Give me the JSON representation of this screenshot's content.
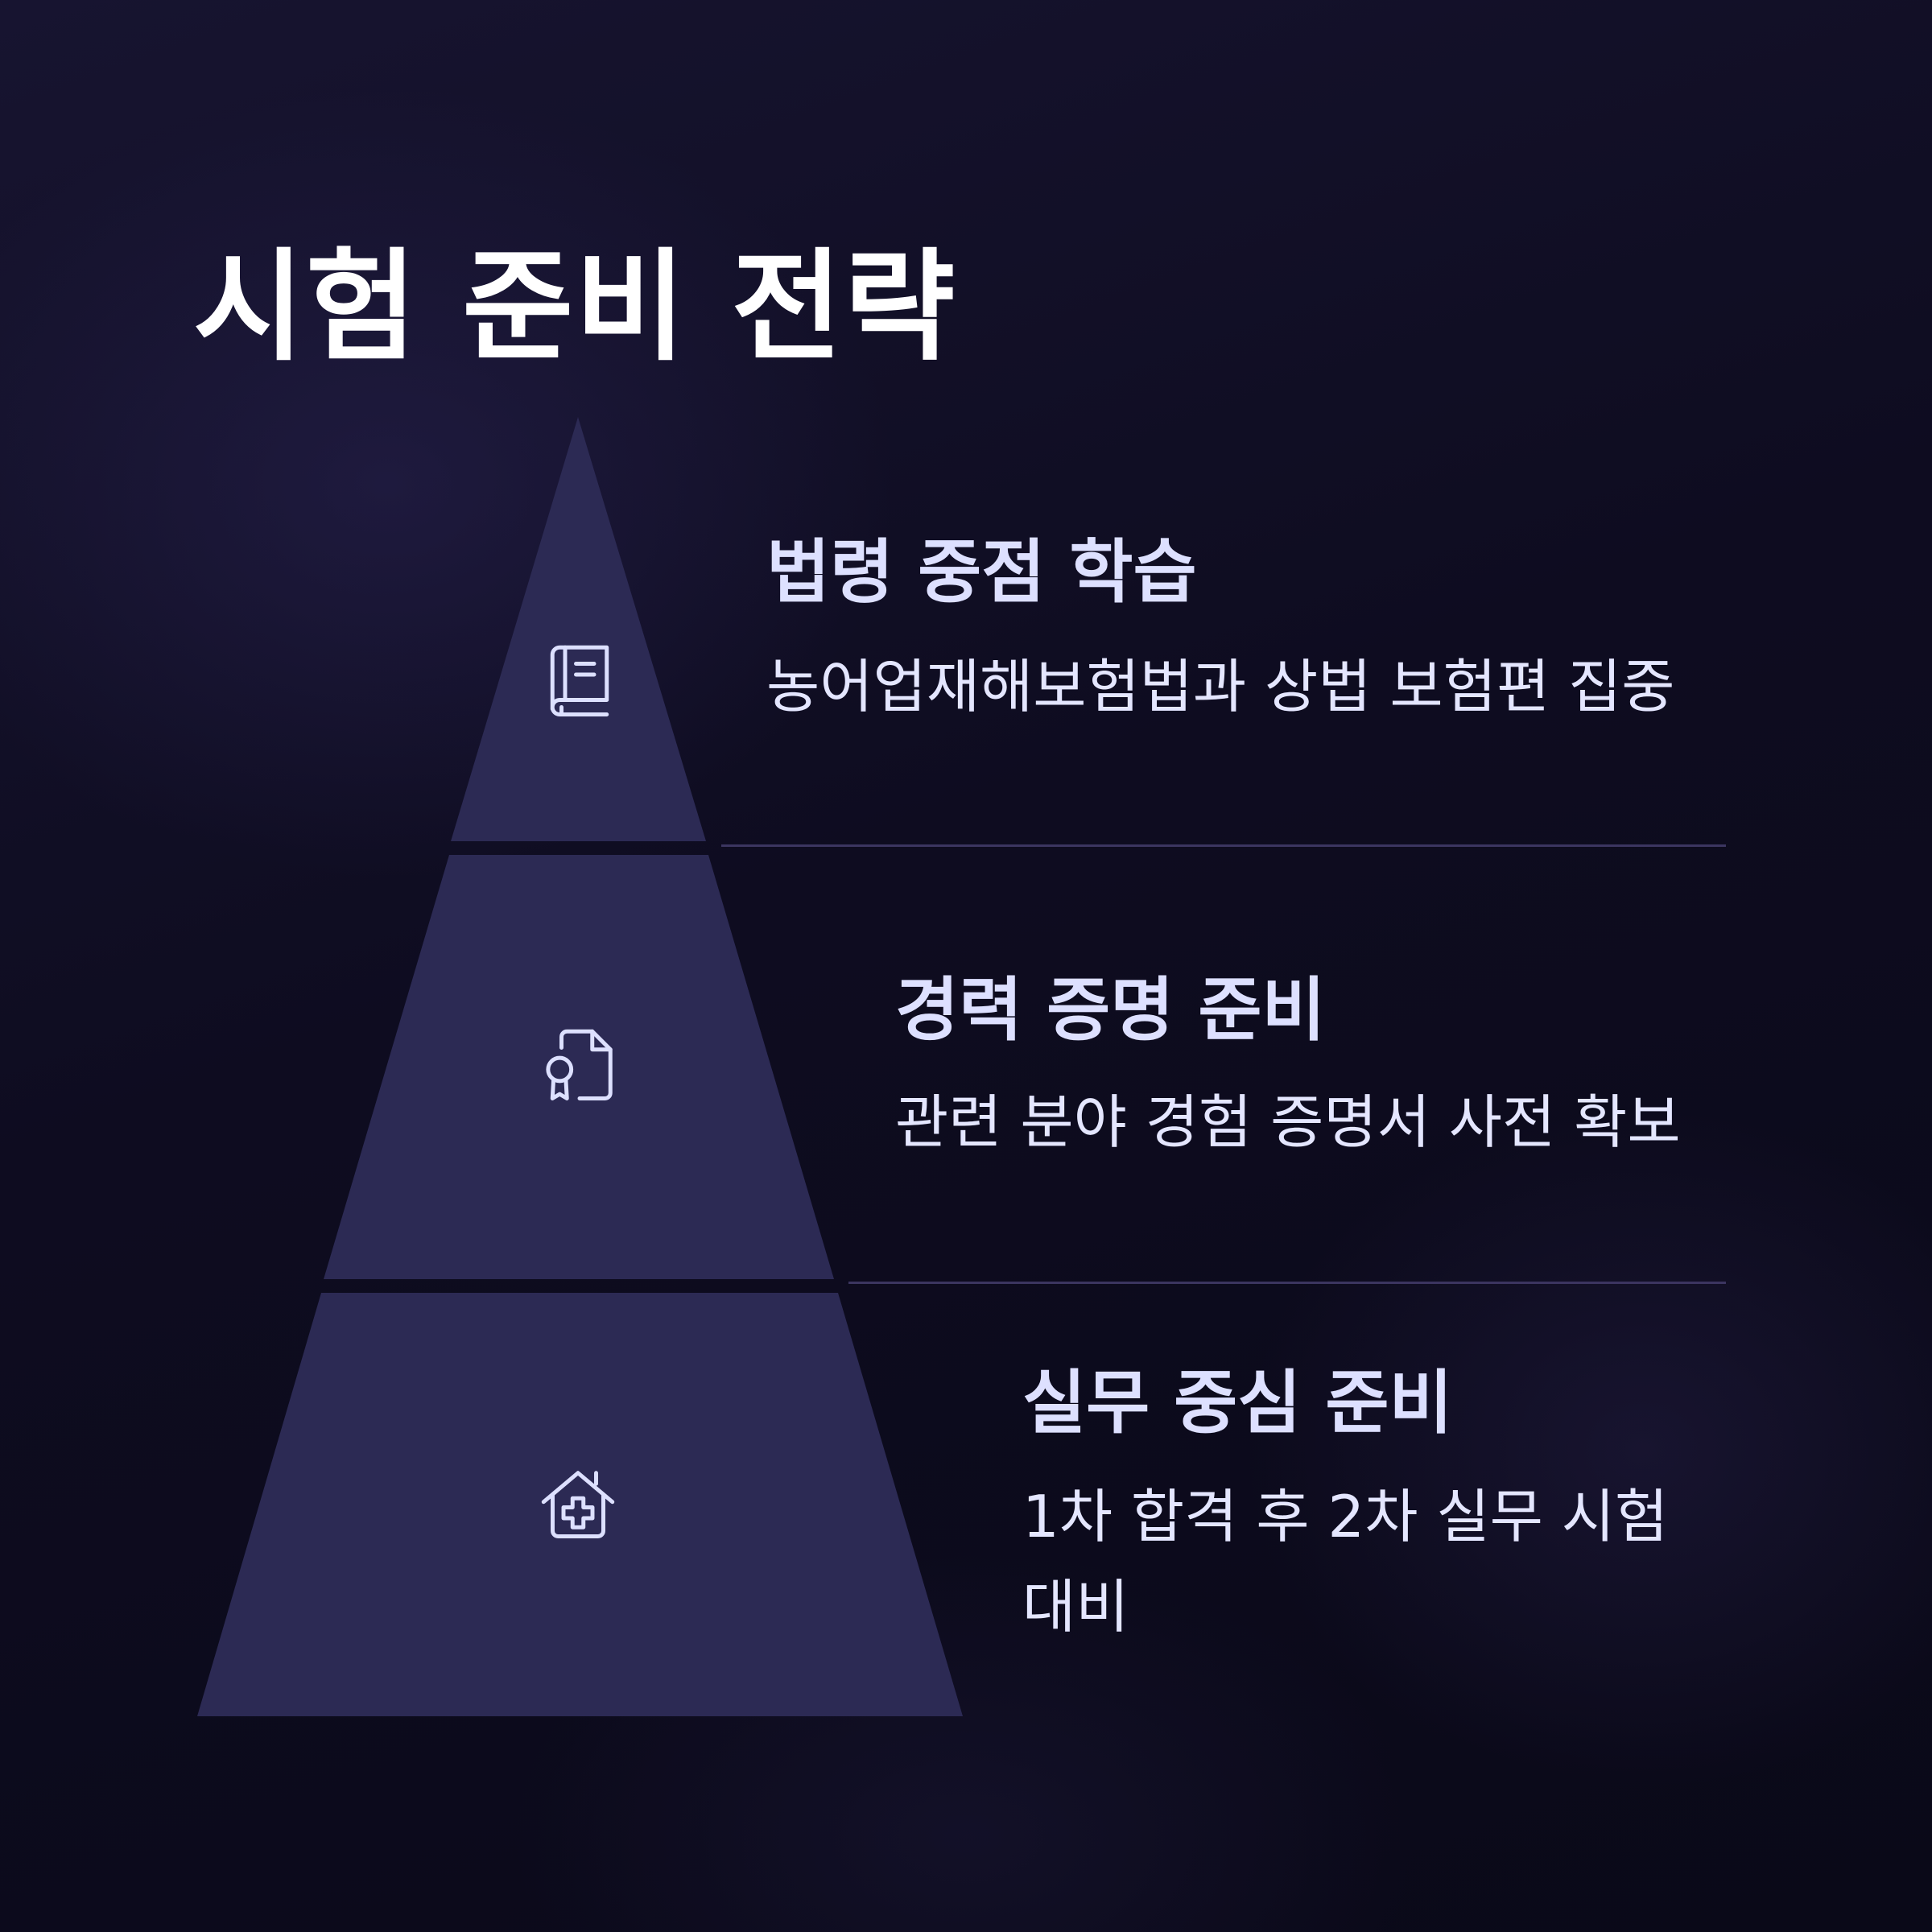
{
  "title": "시험 준비 전략",
  "tiers": [
    {
      "label": "법령 중점 학습",
      "description": "농어업재해보험법과 상법 보험편 집중",
      "icon": "book-icon"
    },
    {
      "label": "경력 증명 준비",
      "description": "관련 분야 경험 증명서 사전 확보",
      "icon": "certificate-document-icon"
    },
    {
      "label": "실무 중심 준비",
      "description": "1차 합격 후 2차 실무 시험 대비",
      "icon": "house-medical-icon"
    }
  ],
  "colors": {
    "tier": "#2c2a54",
    "text": "#dde0ff",
    "divider": "#3b3560",
    "icon": "#dde0ff"
  }
}
